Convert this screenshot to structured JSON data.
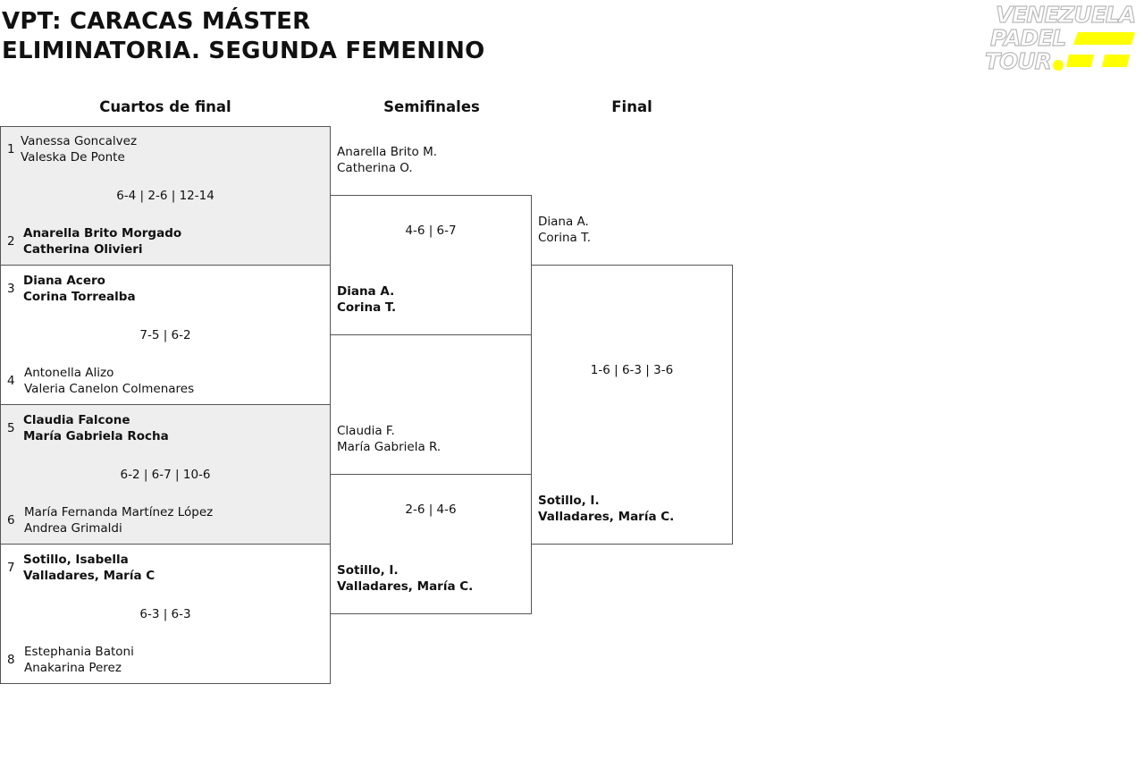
{
  "header": {
    "title_line1": "VPT: CARACAS MÁSTER",
    "title_line2": "ELIMINATORIA. SEGUNDA FEMENINO"
  },
  "logo": {
    "line1": "VENEZUELA",
    "line2": "PADEL",
    "line3": "TOUR",
    "accent_color": "#ffff00"
  },
  "columns": {
    "quarterfinals": "Cuartos de final",
    "semifinals": "Semifinales",
    "final": "Final"
  },
  "quarterfinals": [
    {
      "top": {
        "seed": "1",
        "player1": "Vanessa Goncalvez",
        "player2": "Valeska De Ponte"
      },
      "score": "6-4 | 2-6 | 12-14",
      "bottom": {
        "seed": "2",
        "player1": "Anarella Brito Morgado",
        "player2": "Catherina Olivieri"
      }
    },
    {
      "top": {
        "seed": "3",
        "player1": "Diana Acero",
        "player2": "Corina Torrealba"
      },
      "score": "7-5 | 6-2",
      "bottom": {
        "seed": "4",
        "player1": "Antonella Alizo",
        "player2": "Valeria Canelon Colmenares"
      }
    },
    {
      "top": {
        "seed": "5",
        "player1": "Claudia Falcone",
        "player2": "María Gabriela Rocha"
      },
      "score": "6-2 | 6-7 | 10-6",
      "bottom": {
        "seed": "6",
        "player1": "María Fernanda Martínez López",
        "player2": "Andrea Grimaldi"
      }
    },
    {
      "top": {
        "seed": "7",
        "player1": "Sotillo, Isabella",
        "player2": "Valladares, María C"
      },
      "score": "6-3 | 6-3",
      "bottom": {
        "seed": "8",
        "player1": "Estephania Batoni",
        "player2": "Anakarina Perez"
      }
    }
  ],
  "semifinals": [
    {
      "top": {
        "player1": "Anarella Brito M.",
        "player2": "Catherina O."
      },
      "score": "4-6 | 6-7",
      "bottom": {
        "player1": "Diana A.",
        "player2": "Corina T."
      }
    },
    {
      "top": {
        "player1": "Claudia F.",
        "player2": "María Gabriela R."
      },
      "score": "2-6 | 4-6",
      "bottom": {
        "player1": "Sotillo, I.",
        "player2": "Valladares, María C."
      }
    }
  ],
  "final": {
    "top": {
      "player1": "Diana A.",
      "player2": "Corina T."
    },
    "score": "1-6 | 6-3 | 3-6",
    "bottom": {
      "player1": "Sotillo, I.",
      "player2": "Valladares, María C."
    }
  }
}
